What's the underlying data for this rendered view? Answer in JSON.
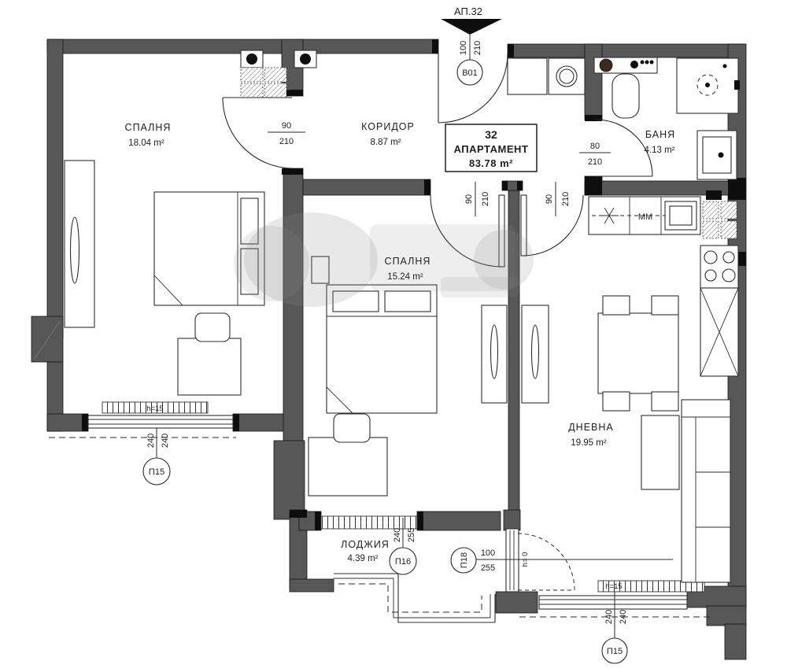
{
  "pointer": {
    "label": "АП.32"
  },
  "entry": {
    "marker": "В01",
    "dim_num": "100",
    "dim_den": "210"
  },
  "info_box": {
    "number": "32",
    "label": "АПАРТАМЕНТ",
    "area": "83.78 m²"
  },
  "rooms": {
    "bedroom1": {
      "name": "СПАЛНЯ",
      "area": "18.04 m²"
    },
    "corridor": {
      "name": "КОРИДОР",
      "area": "8.87 m²"
    },
    "bathroom": {
      "name": "БАНЯ",
      "area": "4.13 m²"
    },
    "bedroom2": {
      "name": "СПАЛНЯ",
      "area": "15.24 m²"
    },
    "living": {
      "name": "ДНЕВНА",
      "area": "19.95 m²"
    },
    "loggia": {
      "name": "ЛОДЖИЯ",
      "area": "4.39 m²"
    }
  },
  "doors": {
    "bedroom1": {
      "w": "90",
      "h": "210"
    },
    "bedroom2": {
      "w": "90",
      "h": "210"
    },
    "living": {
      "w": "90",
      "h": "210"
    },
    "bathroom": {
      "w": "80",
      "h": "210"
    }
  },
  "windows": {
    "p15_left": {
      "marker": "П15",
      "w": "240",
      "h": "240"
    },
    "p16": {
      "marker": "П16",
      "w": "240",
      "h": "255"
    },
    "p18": {
      "marker": "П18",
      "w": "100",
      "h": "255",
      "sill": "h= 0"
    },
    "p15_right": {
      "marker": "П15",
      "w": "240",
      "h": "240"
    }
  },
  "radiators": {
    "left_label": "h=15",
    "right_label": "h=15"
  },
  "kitchen": {
    "microwave_label": "MM"
  },
  "colors": {
    "wall": "#575757",
    "accent": "#0e0e0e"
  }
}
